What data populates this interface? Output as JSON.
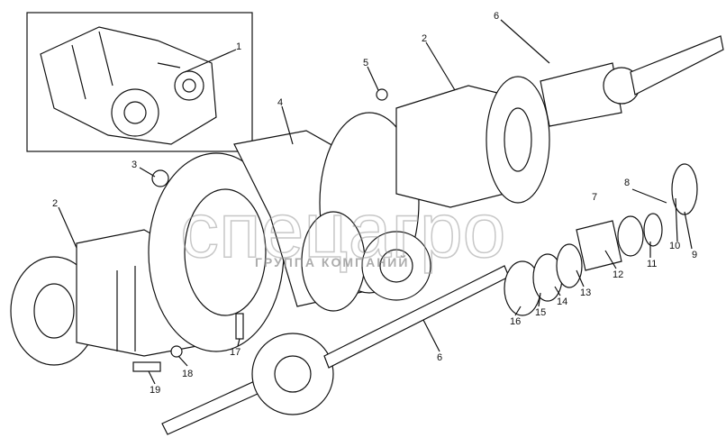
{
  "diagram": {
    "callouts": [
      "1",
      "2",
      "2",
      "3",
      "4",
      "5",
      "6",
      "6",
      "7",
      "8",
      "9",
      "10",
      "11",
      "12",
      "13",
      "14",
      "15",
      "16",
      "17",
      "18",
      "19"
    ],
    "watermark": {
      "brand": "спецагро",
      "subtitle": "ГРУППА КОМПАНИЙ"
    }
  }
}
